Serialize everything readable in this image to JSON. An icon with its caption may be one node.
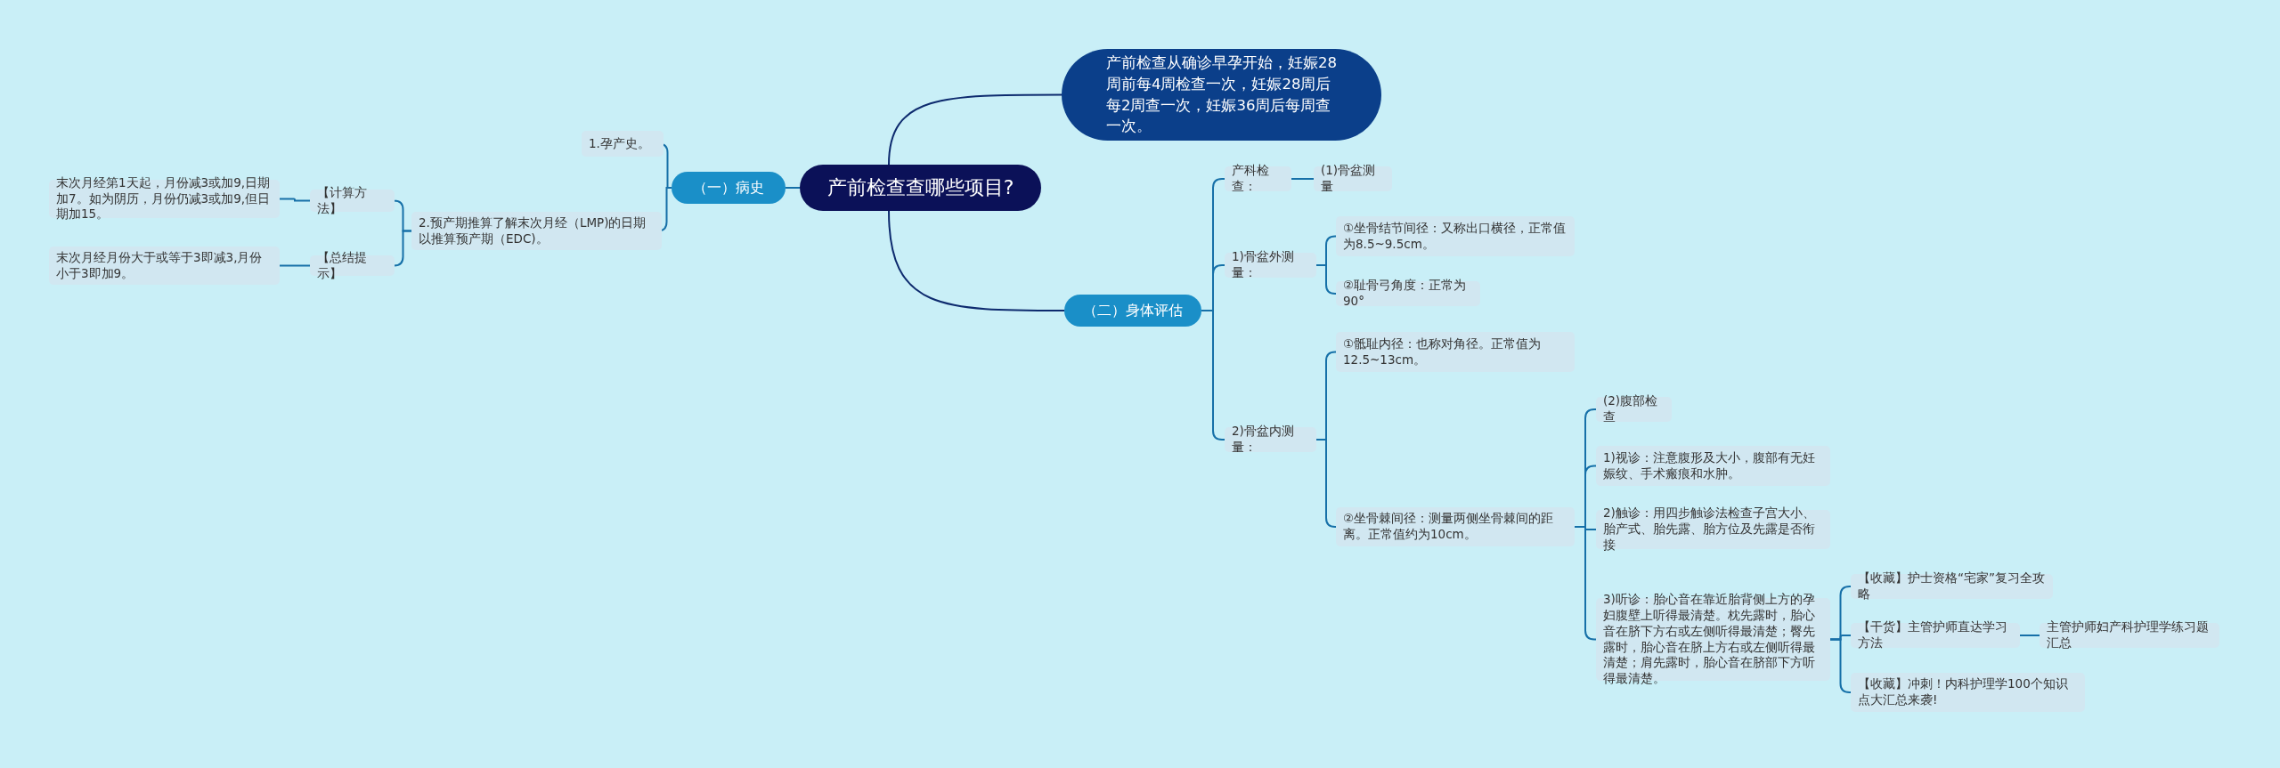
{
  "diagram": {
    "nodes": [
      {
        "text": [
          "产前检查查哪些项目?"
        ]
      },
      {
        "text": [
          "产前检查从确诊早孕开始，妊娠28周前每4周检查一次，妊娠28周后每2周查一次，妊娠36周后每周查一次。"
        ]
      },
      {
        "text": [
          "（一）病史"
        ]
      },
      {
        "text": [
          "1.孕产史。"
        ]
      },
      {
        "text": [
          "2.预产期推算了解末次月经（LMP)的日期以推算预产期（EDC)。"
        ]
      },
      {
        "text": [
          "【计算方法】"
        ]
      },
      {
        "text": [
          "末次月经第1天起，月份减3或加9,日期加7。如为阴历，月份仍减3或加9,但日期加15。"
        ]
      },
      {
        "text": [
          "【总结提示】"
        ]
      },
      {
        "text": [
          "末次月经月份大于或等于3即减3,月份小于3即加9。"
        ]
      },
      {
        "text": [
          "（二）身体评估"
        ]
      },
      {
        "text": [
          "产科检查："
        ]
      },
      {
        "text": [
          "(1)骨盆测量"
        ]
      },
      {
        "text": [
          "1)骨盆外测量："
        ]
      },
      {
        "text": [
          "①坐骨结节间径：又称出口横径，正常值为8.5~9.5cm。"
        ]
      },
      {
        "text": [
          "②耻骨弓角度：正常为90°"
        ]
      },
      {
        "text": [
          "2)骨盆内测量："
        ]
      },
      {
        "text": [
          "①骶耻内径：也称对角径。正常值为12.5~13cm。"
        ]
      },
      {
        "text": [
          "②坐骨棘间径：测量两侧坐骨棘间的距离。正常值约为10cm。"
        ]
      },
      {
        "text": [
          "(2)腹部检查"
        ]
      },
      {
        "text": [
          "1)视诊：注意腹形及大小，腹部有无妊娠纹、手术瘢痕和水肿。"
        ]
      },
      {
        "text": [
          "2)触诊：用四步触诊法检查子宫大小、胎产式、胎先露、胎方位及先露是否衔接"
        ]
      },
      {
        "text": [
          "3)听诊：胎心音在靠近胎背侧上方的孕妇腹壁上听得最清楚。枕先露时，胎心音在脐下方右或左侧听得最清楚；臀先露时，胎心音在脐上方右或左侧听得最清楚；肩先露时，胎心音在脐部下方听得最清楚。"
        ]
      },
      {
        "text": [
          "【收藏】护士资格“宅家”复习全攻略"
        ]
      },
      {
        "text": [
          "【干货】主管护师直达学习方法"
        ]
      },
      {
        "text": [
          "主管护师妇产科护理学练习题汇总"
        ]
      },
      {
        "text": [
          "【收藏】冲刺！内科护理学100个知识点大汇总来袭!"
        ]
      }
    ],
    "edges": [
      {
        "from": 0,
        "to": 1,
        "arrow": "none",
        "color": "#0d2a6e"
      },
      {
        "from": 0,
        "to": 2,
        "arrow": "none"
      },
      {
        "from": 2,
        "to": 3,
        "arrow": "none"
      },
      {
        "from": 2,
        "to": 4,
        "arrow": "none"
      },
      {
        "from": 4,
        "to": 5,
        "arrow": "none"
      },
      {
        "from": 5,
        "to": 6,
        "arrow": "none"
      },
      {
        "from": 4,
        "to": 7,
        "arrow": "none"
      },
      {
        "from": 7,
        "to": 8,
        "arrow": "none"
      },
      {
        "from": 0,
        "to": 9,
        "arrow": "none",
        "color": "#0d2a6e"
      },
      {
        "from": 9,
        "to": 10,
        "arrow": "none"
      },
      {
        "from": 10,
        "to": 11,
        "arrow": "none"
      },
      {
        "from": 9,
        "to": 12,
        "arrow": "none"
      },
      {
        "from": 12,
        "to": 13,
        "arrow": "none"
      },
      {
        "from": 12,
        "to": 14,
        "arrow": "none"
      },
      {
        "from": 9,
        "to": 15,
        "arrow": "none"
      },
      {
        "from": 15,
        "to": 16,
        "arrow": "none"
      },
      {
        "from": 15,
        "to": 17,
        "arrow": "none"
      },
      {
        "from": 17,
        "to": 18,
        "arrow": "none"
      },
      {
        "from": 17,
        "to": 19,
        "arrow": "none"
      },
      {
        "from": 17,
        "to": 20,
        "arrow": "none"
      },
      {
        "from": 17,
        "to": 21,
        "arrow": "none"
      },
      {
        "from": 21,
        "to": 22,
        "arrow": "none"
      },
      {
        "from": 21,
        "to": 23,
        "arrow": "none"
      },
      {
        "from": 23,
        "to": 24,
        "arrow": "none"
      },
      {
        "from": 21,
        "to": 25,
        "arrow": "none"
      }
    ]
  }
}
